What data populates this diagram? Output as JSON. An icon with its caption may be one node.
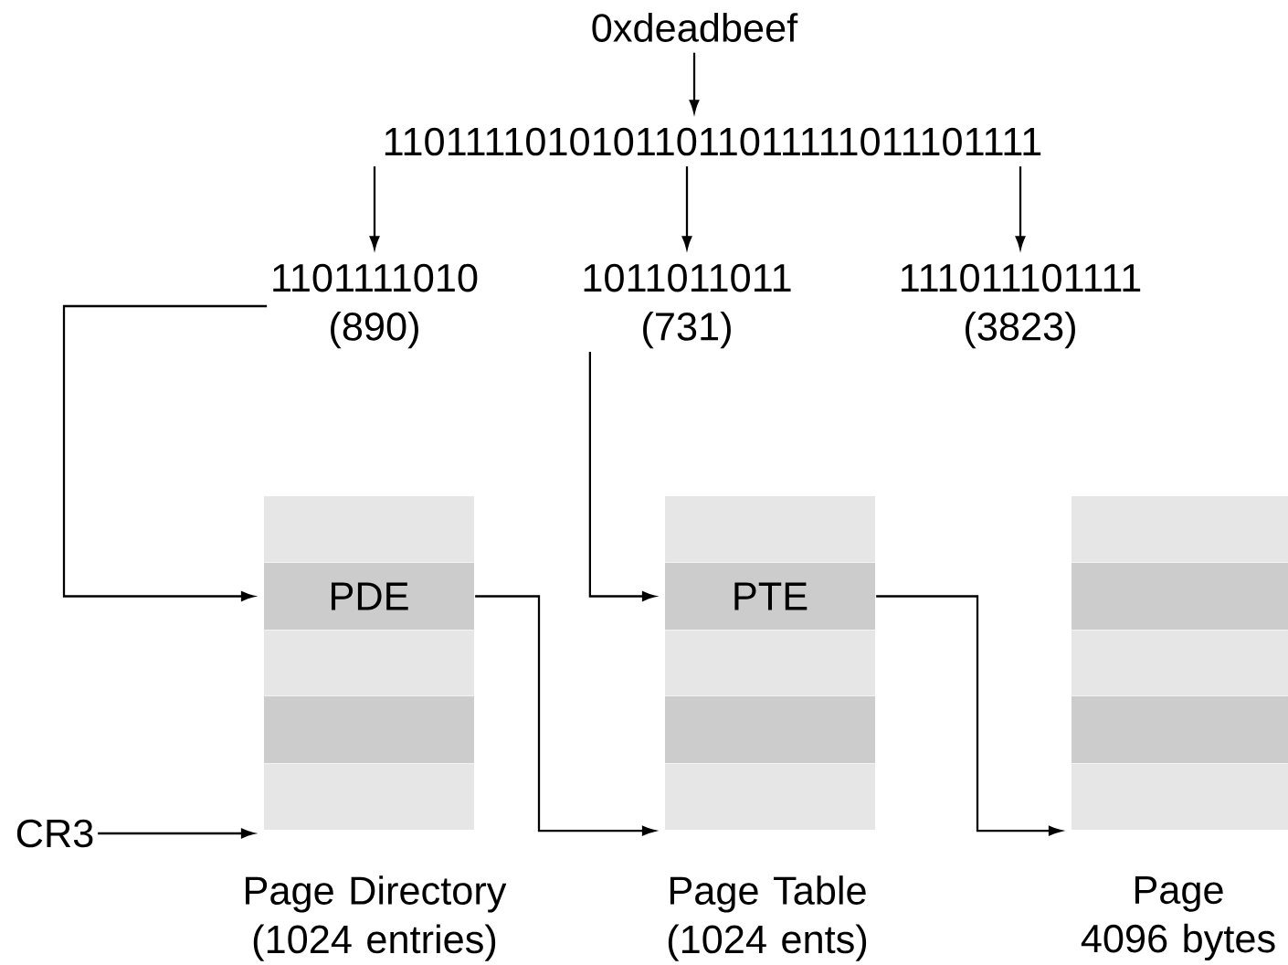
{
  "diagram": {
    "nodes": [
      {
        "text": [
          "0xdeadbeef"
        ]
      },
      {
        "text": [
          "11011110101011011011111011101111"
        ]
      },
      {
        "text": [
          "1101111010",
          "(890)"
        ]
      },
      {
        "text": [
          "1011011011",
          "(731)"
        ]
      },
      {
        "text": [
          "111011101111",
          "(3823)"
        ]
      },
      {
        "text": [],
        "shape": "box",
        "beside": [
          "Page Directory (1024 entries)"
        ]
      },
      {
        "text": [
          "PDE"
        ],
        "in": 5
      },
      {
        "text": [],
        "shape": "box",
        "in": 5
      },
      {
        "text": [],
        "shape": "box",
        "beside": [
          "Page Table (1024 ents)"
        ]
      },
      {
        "text": [
          "PTE"
        ],
        "in": 8
      },
      {
        "text": [],
        "shape": "box",
        "in": 8
      },
      {
        "text": [],
        "shape": "box",
        "beside": [
          "Page 4096 bytes"
        ]
      },
      {
        "text": [],
        "shape": "box",
        "in": 11
      },
      {
        "text": [],
        "shape": "box",
        "in": 11
      },
      {
        "text": [
          "CR3"
        ]
      }
    ],
    "edges": [
      {
        "from": 0,
        "to": 1,
        "arrow": "to"
      },
      {
        "from": 1,
        "to": 2,
        "arrow": "to"
      },
      {
        "from": 1,
        "to": 3,
        "arrow": "to"
      },
      {
        "from": 1,
        "to": 4,
        "arrow": "to"
      },
      {
        "from": 2,
        "to": 6,
        "arrow": "to"
      },
      {
        "from": 3,
        "to": 9,
        "arrow": "to"
      },
      {
        "from": 6,
        "to": 8,
        "arrow": "to"
      },
      {
        "from": 9,
        "to": 11,
        "arrow": "to"
      },
      {
        "from": 14,
        "to": 5,
        "arrow": "to"
      }
    ]
  }
}
